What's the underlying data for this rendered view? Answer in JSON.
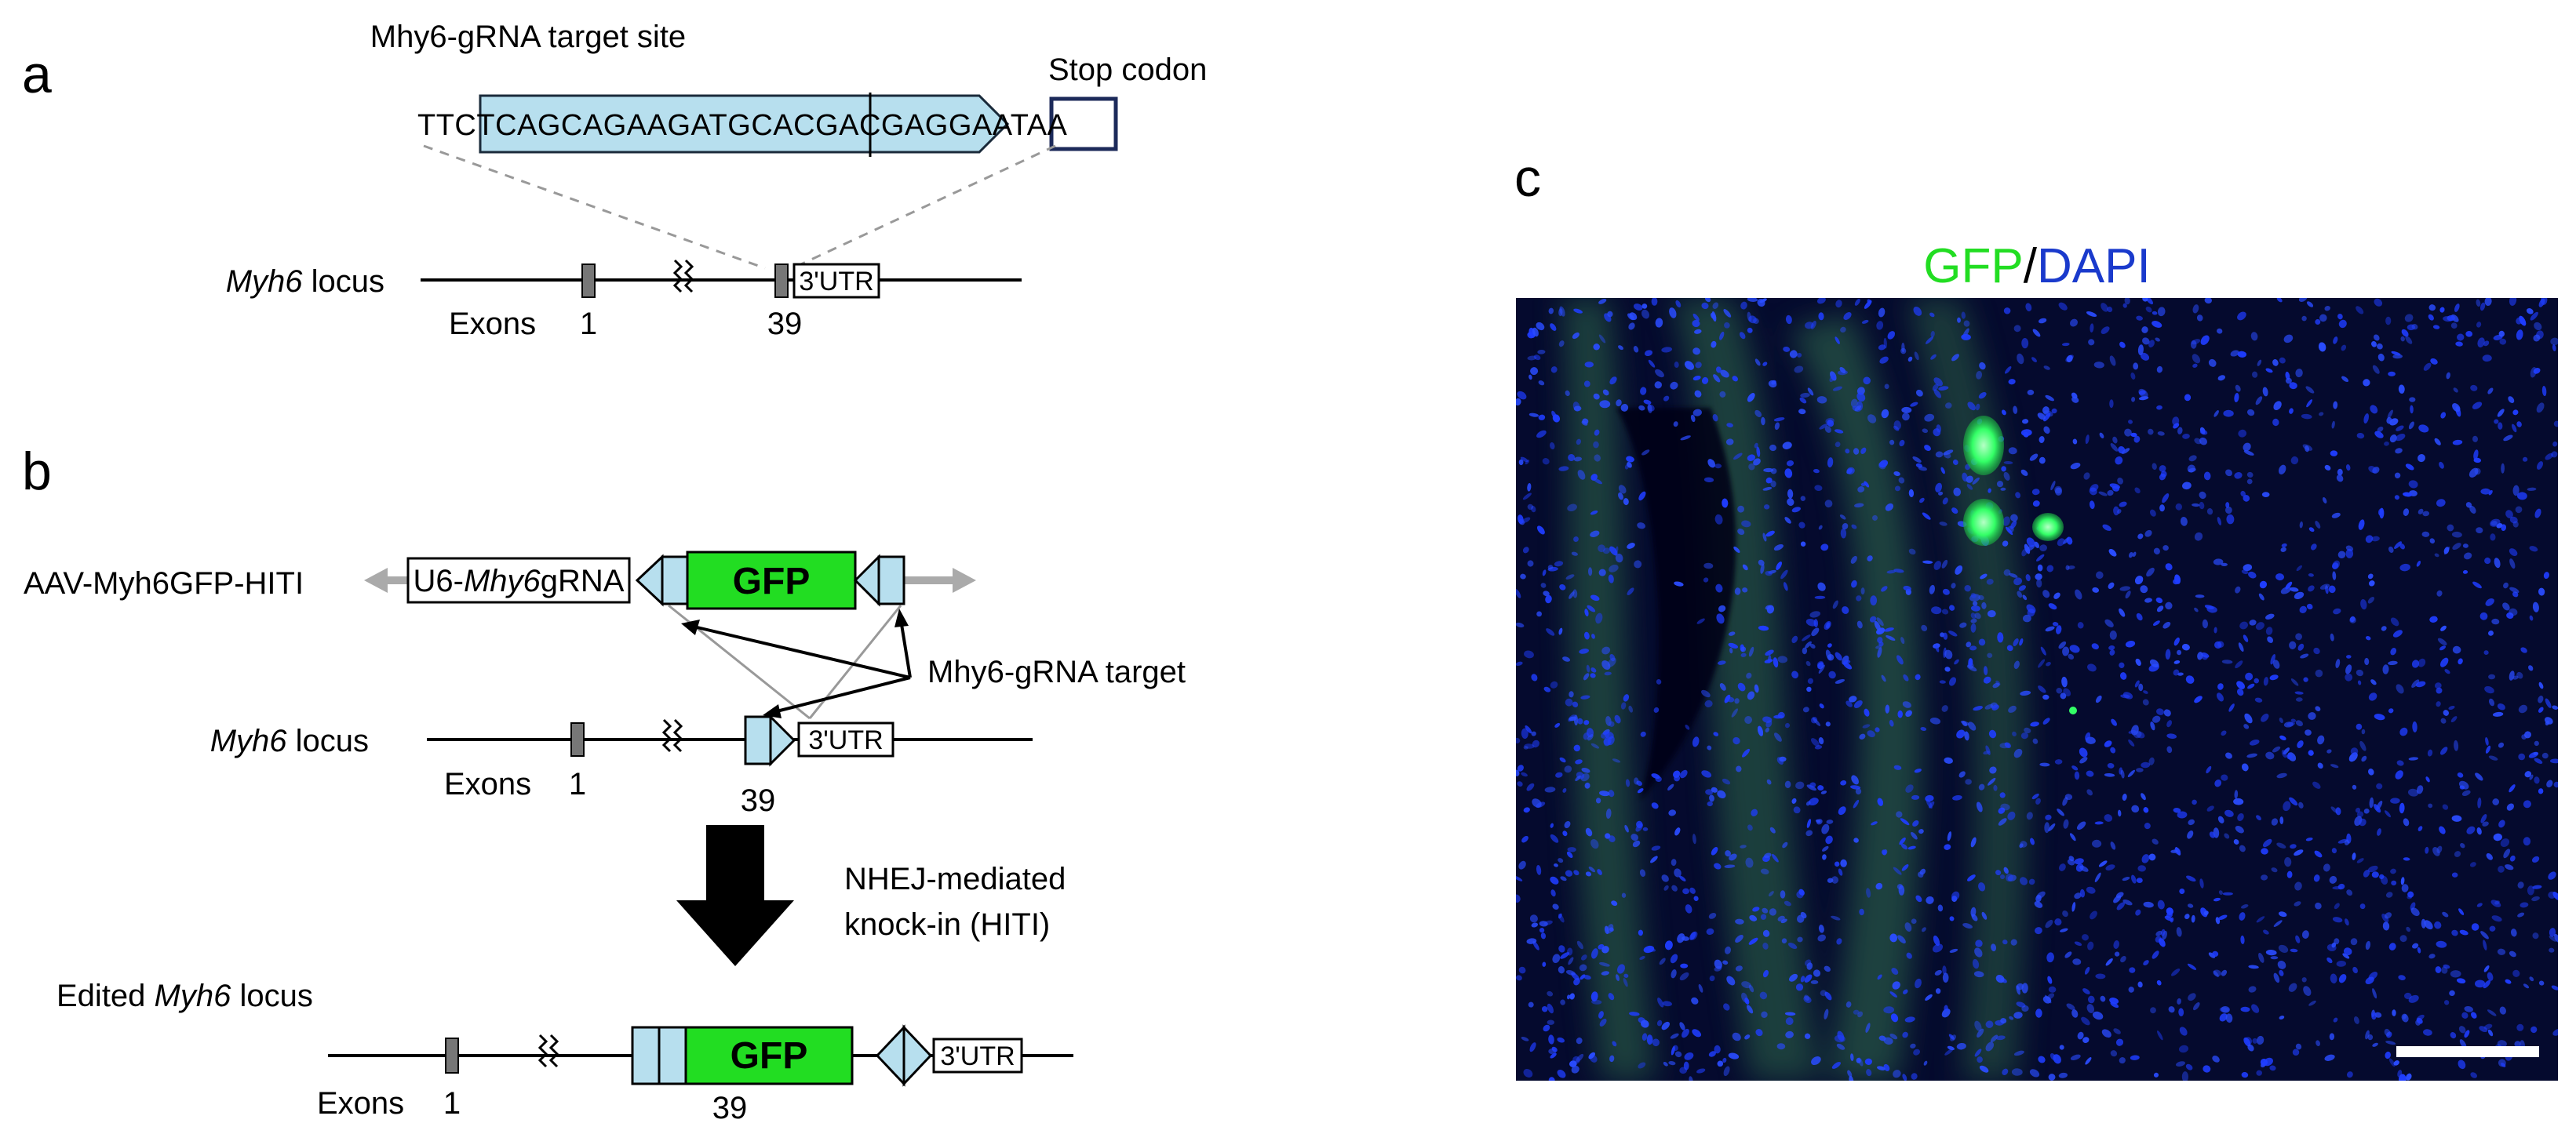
{
  "panels": {
    "a": {
      "letter": "a",
      "target_title": "Mhy6-gRNA target site",
      "stop_title": "Stop codon",
      "seq_left": "TTC",
      "seq_target": "TCAGCAGAAGATGCACGACGAGG",
      "seq_mid": "AA",
      "seq_stop": "TAA",
      "locus_italic": "Myh6",
      "locus_suffix": " locus",
      "exons_label": "Exons",
      "exon1": "1",
      "exon39": "39",
      "utr": "3'UTR"
    },
    "b": {
      "letter": "b",
      "vector_name": "AAV-Myh6GFP-HITI",
      "u6_prefix": "U6-",
      "u6_italic": "Mhy6",
      "u6_suffix": "gRNA",
      "gfp": "GFP",
      "target_label": "Mhy6-gRNA target",
      "locus_italic": "Myh6",
      "locus_suffix": " locus",
      "exons_label": "Exons",
      "exon1": "1",
      "exon39": "39",
      "utr": "3'UTR",
      "nhej_line1": "NHEJ-mediated",
      "nhej_line2": "knock-in (HITI)",
      "edited_prefix": "Edited ",
      "edited_italic": "Myh6",
      "edited_suffix": " locus",
      "edited_exons_label": "Exons",
      "edited_exon1": "1",
      "edited_exon39": "39",
      "edited_gfp": "GFP",
      "edited_utr": "3'UTR"
    },
    "c": {
      "letter": "c",
      "title_gfp": "GFP",
      "title_sep": "/",
      "title_dapi": "DAPI"
    }
  },
  "colors": {
    "target_fill": "#b7dfee",
    "gfp_fill": "#22dd22",
    "exon_fill": "#777777",
    "arrow_gray": "#aaaaaa",
    "gfp_text": "#22dd22",
    "dapi_text": "#1a3acc",
    "micro_bg": "#050a2e",
    "nuclei": "#1f3dff",
    "fibers": "#2f6a4a",
    "cells": "#33ff66",
    "scale_bar": "#ffffff"
  }
}
